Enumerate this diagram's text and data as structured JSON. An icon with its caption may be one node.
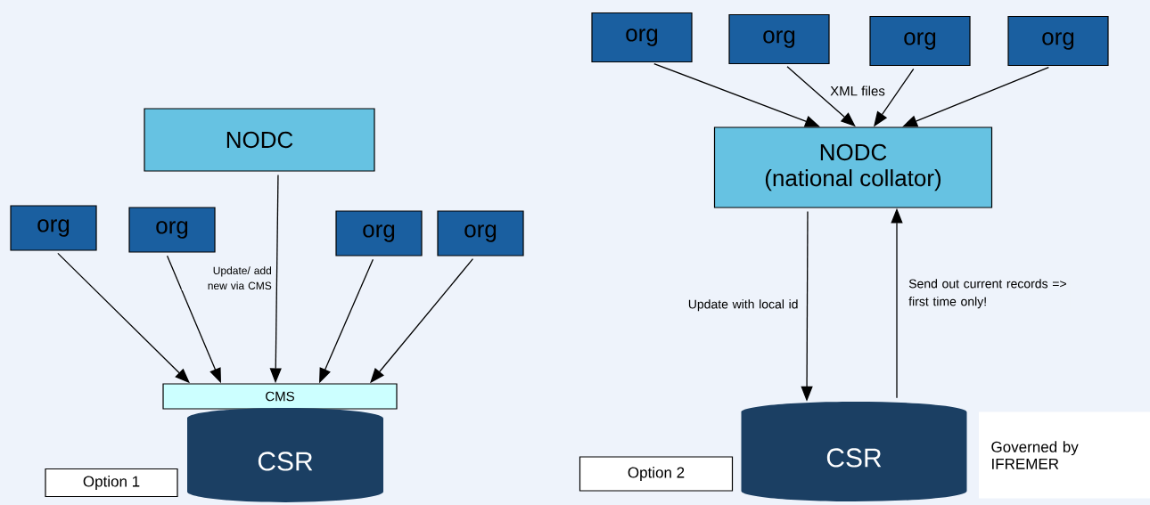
{
  "diagram": {
    "nodes": [
      {
        "text": [
          "NODC"
        ]
      },
      {
        "text": [
          "org"
        ]
      },
      {
        "text": [
          "org"
        ]
      },
      {
        "text": [
          "org"
        ]
      },
      {
        "text": [
          "org"
        ]
      },
      {
        "text": [
          "CMS"
        ]
      },
      {
        "text": [
          "CSR"
        ]
      },
      {
        "text": [
          "Option 1"
        ]
      },
      {
        "text": [
          "org"
        ]
      },
      {
        "text": [
          "org"
        ]
      },
      {
        "text": [
          "org"
        ]
      },
      {
        "text": [
          "org"
        ]
      },
      {
        "text": [
          "NODC",
          "(national collator)"
        ]
      },
      {
        "text": [
          "CSR"
        ]
      },
      {
        "text": [
          "Option 2"
        ]
      },
      {
        "text": [
          "Governed by IFREMER"
        ]
      }
    ],
    "edges": [
      {
        "from": 1,
        "to": 5,
        "arrow": "to"
      },
      {
        "from": 2,
        "to": 5,
        "arrow": "to"
      },
      {
        "from": 0,
        "to": 5,
        "arrow": "to",
        "label": "Update/ add new via CMS"
      },
      {
        "from": 3,
        "to": 5,
        "arrow": "to"
      },
      {
        "from": 4,
        "to": 5,
        "arrow": "to"
      },
      {
        "from": 8,
        "to": 12,
        "arrow": "to"
      },
      {
        "from": 9,
        "to": 12,
        "arrow": "to"
      },
      {
        "from": 10,
        "to": 12,
        "arrow": "to"
      },
      {
        "from": 11,
        "to": 12,
        "arrow": "to"
      },
      {
        "from": 12,
        "to": 13,
        "arrow": "to",
        "label": "Update with local id"
      },
      {
        "from": 13,
        "to": 12,
        "arrow": "to",
        "label": "Send out current records => first time only!"
      }
    ],
    "labels": [
      "XML files"
    ]
  }
}
